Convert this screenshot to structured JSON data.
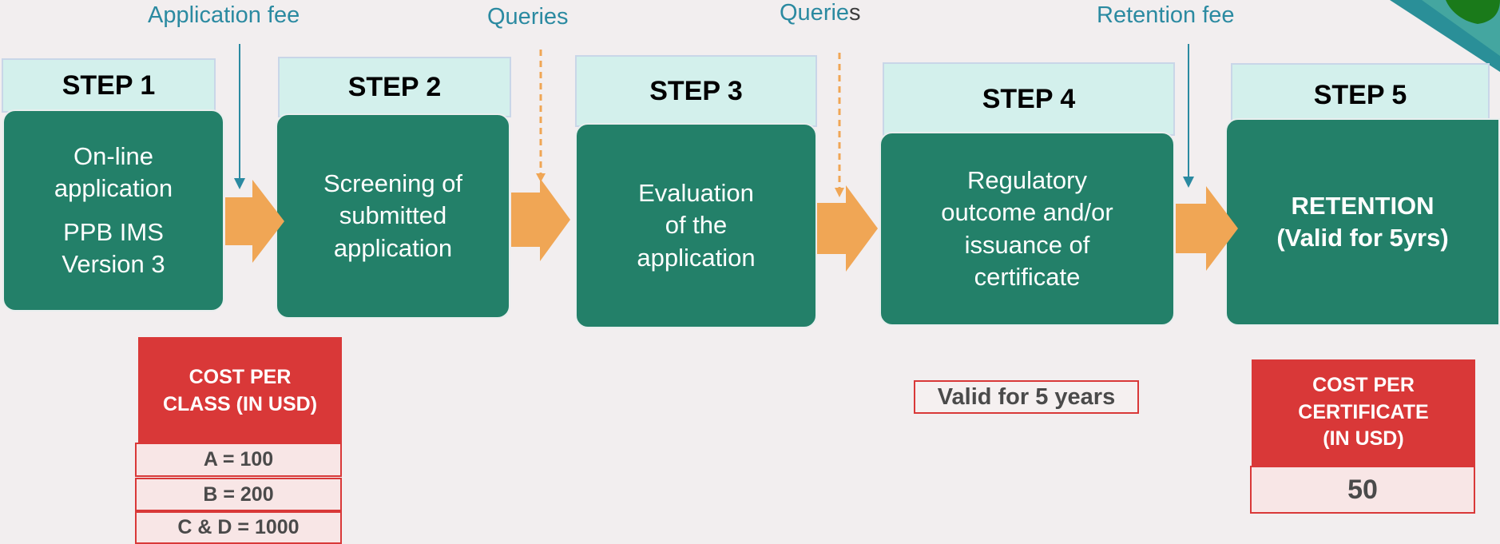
{
  "top_labels": {
    "application_fee": "Application fee",
    "queries_1": "Queries",
    "queries_2_main": "Querie",
    "queries_2_tail": "s",
    "retention_fee": "Retention fee"
  },
  "steps": [
    {
      "title": "STEP 1",
      "lines": [
        "On-line",
        "application"
      ],
      "extra": [
        "PPB IMS",
        "Version 3"
      ]
    },
    {
      "title": "STEP 2",
      "lines": [
        "Screening of",
        "submitted",
        "application"
      ]
    },
    {
      "title": "STEP 3",
      "lines": [
        "Evaluation",
        "of the",
        "application"
      ]
    },
    {
      "title": "STEP 4",
      "lines": [
        "Regulatory",
        "outcome and/or",
        "issuance of",
        "certificate"
      ]
    },
    {
      "title": "STEP 5",
      "lines": [
        "RETENTION",
        "(Valid for 5yrs)"
      ]
    }
  ],
  "cost_class": {
    "header_line1": "COST PER",
    "header_line2": "CLASS (IN USD)",
    "rows": [
      "A = 100",
      "B = 200",
      "C & D = 1000"
    ]
  },
  "valid_label": "Valid for 5 years",
  "cost_certificate": {
    "header_line1": "COST PER",
    "header_line2": "CERTIFICATE",
    "header_line3": "(IN USD)",
    "value": "50"
  },
  "colors": {
    "step_box": "#238069",
    "step_header": "#d3f0ec",
    "arrow": "#f0a655",
    "label_blue": "#2b8aa1",
    "cost_red": "#d93838"
  }
}
